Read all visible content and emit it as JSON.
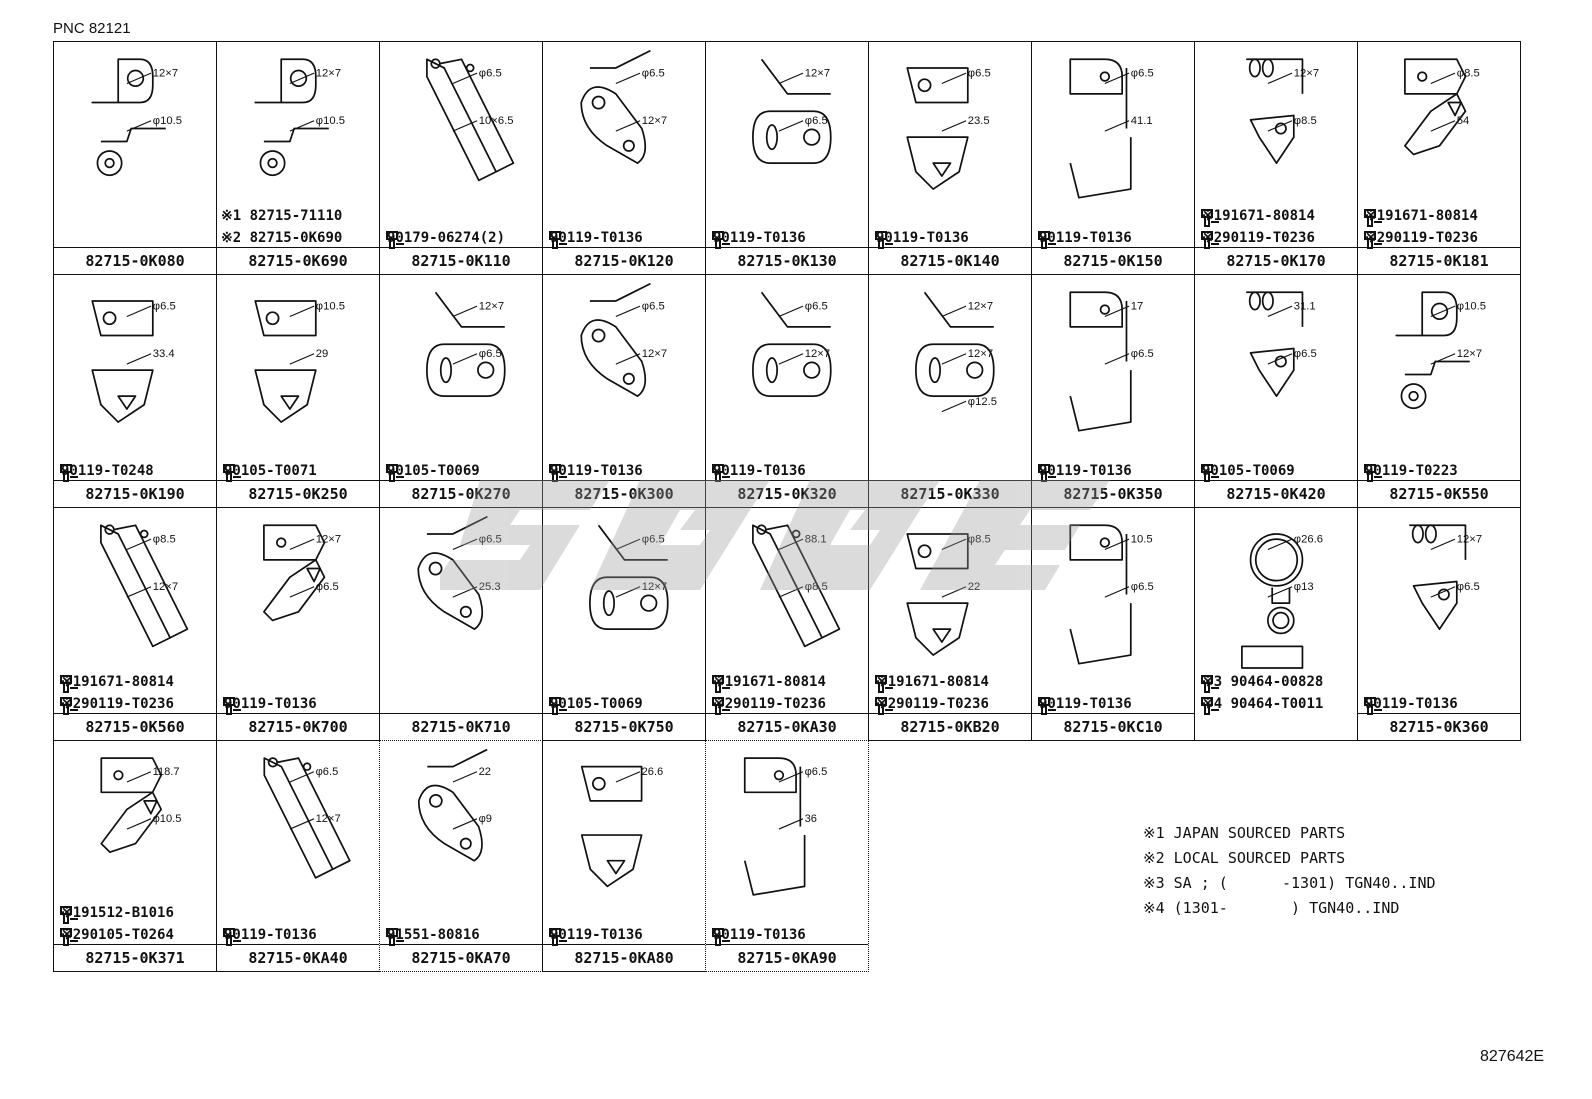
{
  "header": {
    "pnc": "PNC 82121"
  },
  "footer": {
    "doc_id": "827642E"
  },
  "cells": [
    {
      "part": "82715-0K080",
      "subs": [],
      "dims": [
        "12×7",
        "φ10.5"
      ],
      "fig": 0
    },
    {
      "part": "82715-0K690",
      "subs": [
        "※1 82715-71110",
        "※2 82715-0K690"
      ],
      "dims": [
        "12×7",
        "φ10.5"
      ],
      "fig": 0,
      "plain": true
    },
    {
      "part": "82715-0K110",
      "subs": [
        "90179-06274(2)"
      ],
      "dims": [
        "φ6.5",
        "10×6.5"
      ],
      "fig": 1
    },
    {
      "part": "82715-0K120",
      "subs": [
        "90119-T0136"
      ],
      "dims": [
        "φ6.5",
        "12×7"
      ],
      "fig": 2
    },
    {
      "part": "82715-0K130",
      "subs": [
        "90119-T0136"
      ],
      "dims": [
        "12×7",
        "φ6.5"
      ],
      "fig": 3
    },
    {
      "part": "82715-0K140",
      "subs": [
        "90119-T0136"
      ],
      "dims": [
        "φ6.5",
        "23.5"
      ],
      "fig": 4
    },
    {
      "part": "82715-0K150",
      "subs": [
        "90119-T0136"
      ],
      "dims": [
        "φ6.5",
        "41.1"
      ],
      "fig": 5
    },
    {
      "part": "82715-0K170",
      "subs": [
        "※191671-80814",
        "※290119-T0236"
      ],
      "dims": [
        "12×7",
        "φ8.5"
      ],
      "fig": 6
    },
    {
      "part": "82715-0K181",
      "subs": [
        "※191671-80814",
        "※290119-T0236"
      ],
      "dims": [
        "φ8.5",
        "54"
      ],
      "fig": 7
    },
    {
      "part": "82715-0K190",
      "subs": [
        "90119-T0248"
      ],
      "dims": [
        "φ6.5",
        "33.4"
      ],
      "fig": 4
    },
    {
      "part": "82715-0K250",
      "subs": [
        "90105-T0071"
      ],
      "dims": [
        "φ10.5",
        "29"
      ],
      "fig": 4
    },
    {
      "part": "82715-0K270",
      "subs": [
        "90105-T0069"
      ],
      "dims": [
        "12×7",
        "φ6.5"
      ],
      "fig": 3
    },
    {
      "part": "82715-0K300",
      "subs": [
        "90119-T0136"
      ],
      "dims": [
        "φ6.5",
        "12×7"
      ],
      "fig": 2
    },
    {
      "part": "82715-0K320",
      "subs": [
        "90119-T0136"
      ],
      "dims": [
        "φ6.5",
        "12×7"
      ],
      "fig": 3
    },
    {
      "part": "82715-0K330",
      "subs": [],
      "dims": [
        "12×7",
        "12×7",
        "φ12.5"
      ],
      "fig": 3
    },
    {
      "part": "82715-0K350",
      "subs": [
        "90119-T0136"
      ],
      "dims": [
        "17",
        "φ6.5"
      ],
      "fig": 5
    },
    {
      "part": "82715-0K420",
      "subs": [
        "90105-T0069"
      ],
      "dims": [
        "31.1",
        "φ6.5"
      ],
      "fig": 6
    },
    {
      "part": "82715-0K550",
      "subs": [
        "90119-T0223"
      ],
      "dims": [
        "φ10.5",
        "12×7"
      ],
      "fig": 0
    },
    {
      "part": "82715-0K560",
      "subs": [
        "※191671-80814",
        "※290119-T0236"
      ],
      "dims": [
        "φ8.5",
        "12×7"
      ],
      "fig": 1
    },
    {
      "part": "82715-0K700",
      "subs": [
        "90119-T0136"
      ],
      "dims": [
        "12×7",
        "φ6.5"
      ],
      "fig": 7
    },
    {
      "part": "82715-0K710",
      "subs": [],
      "dims": [
        "φ6.5",
        "25.3"
      ],
      "fig": 2
    },
    {
      "part": "82715-0K750",
      "subs": [
        "90105-T0069"
      ],
      "dims": [
        "φ6.5",
        "12×7"
      ],
      "fig": 3
    },
    {
      "part": "82715-0KA30",
      "subs": [
        "※191671-80814",
        "※290119-T0236"
      ],
      "dims": [
        "88.1",
        "φ8.5"
      ],
      "fig": 1
    },
    {
      "part": "82715-0KB20",
      "subs": [
        "※191671-80814",
        "※290119-T0236"
      ],
      "dims": [
        "φ8.5",
        "22"
      ],
      "fig": 4
    },
    {
      "part": "82715-0KC10",
      "subs": [
        "90119-T0136"
      ],
      "dims": [
        "10.5",
        "φ6.5"
      ],
      "fig": 5
    },
    {
      "part": "",
      "subs": [
        "※3 90464-00828",
        "※4 90464-T0011"
      ],
      "dims": [
        "φ26.6",
        "φ13"
      ],
      "fig": 8,
      "clip": true
    },
    {
      "part": "82715-0K360",
      "subs": [
        "90119-T0136"
      ],
      "dims": [
        "12×7",
        "φ6.5"
      ],
      "fig": 6
    },
    {
      "part": "82715-0K371",
      "subs": [
        "※191512-B1016",
        "※290105-T0264"
      ],
      "dims": [
        "118.7",
        "φ10.5"
      ],
      "fig": 7
    },
    {
      "part": "82715-0KA40",
      "subs": [
        "90119-T0136"
      ],
      "dims": [
        "φ6.5",
        "12×7"
      ],
      "fig": 1
    },
    {
      "part": "82715-0KA70",
      "subs": [
        "91551-80816"
      ],
      "dims": [
        "22",
        "φ9"
      ],
      "fig": 2,
      "dotted": true
    },
    {
      "part": "82715-0KA80",
      "subs": [
        "90119-T0136"
      ],
      "dims": [
        "26.6"
      ],
      "fig": 4
    },
    {
      "part": "82715-0KA90",
      "subs": [
        "90119-T0136"
      ],
      "dims": [
        "φ6.5",
        "36"
      ],
      "fig": 5,
      "dotted": true
    }
  ],
  "notes": [
    "※1 JAPAN SOURCED PARTS",
    "※2 LOCAL SOURCED PARTS",
    "※3 SA ; (      -1301) TGN40..IND",
    "※4 (1301-       ) TGN40..IND"
  ]
}
